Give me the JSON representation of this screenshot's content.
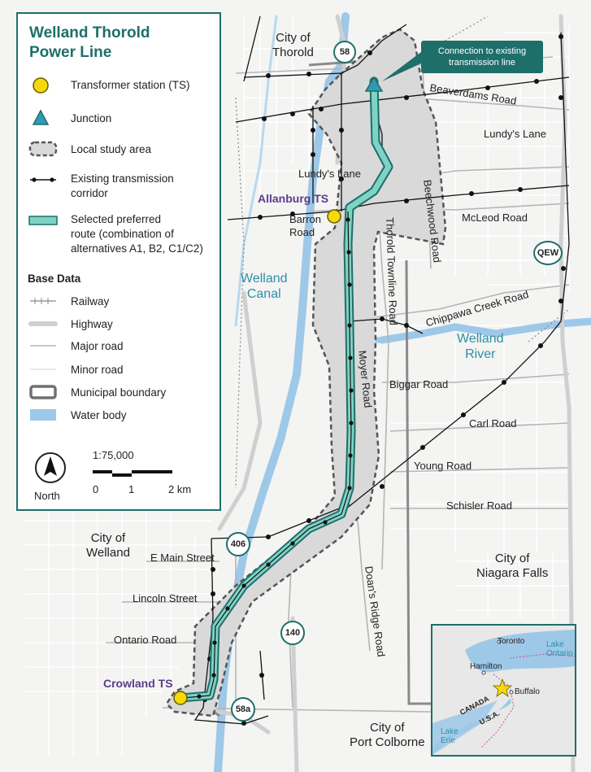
{
  "title": "Welland Thorold Power Line",
  "legend": {
    "items": [
      {
        "label": "Transformer station (TS)",
        "symbol": "ts-circle"
      },
      {
        "label": "Junction",
        "symbol": "junction-triangle"
      },
      {
        "label": "Local study area",
        "symbol": "dashed-area"
      },
      {
        "label": "Existing transmission\ncorridor",
        "symbol": "transmission-line"
      },
      {
        "label": "Selected preferred\nroute (combination of\nalternatives A1, B2, C1/C2)",
        "symbol": "preferred-route"
      }
    ],
    "base_data_heading": "Base Data",
    "base_items": [
      {
        "label": "Railway",
        "symbol": "railway"
      },
      {
        "label": "Highway",
        "symbol": "highway"
      },
      {
        "label": "Major road",
        "symbol": "major-road"
      },
      {
        "label": "Minor road",
        "symbol": "minor-road"
      },
      {
        "label": "Municipal boundary",
        "symbol": "municipal-boundary"
      },
      {
        "label": "Water body",
        "symbol": "water-body"
      }
    ],
    "scale_text": "1:75,000",
    "scale_ticks": [
      "0",
      "1",
      "2 km"
    ],
    "north_label": "North"
  },
  "callout": "Connection to existing transmission line",
  "stations": {
    "allanburg": "Allanburg TS",
    "crowland": "Crowland TS"
  },
  "places": {
    "thorold": "City of\nThorold",
    "welland": "City of\nWelland",
    "niagara_falls": "City of\nNiagara Falls",
    "port_colborne": "City of\nPort Colborne"
  },
  "water": {
    "welland_canal": "Welland\nCanal",
    "welland_river": "Welland\nRiver"
  },
  "roads": {
    "beaverdams": "Beaverdams Road",
    "lundys_lane_east": "Lundy's Lane",
    "lundys_lane_west": "Lundy's Lane",
    "barron": "Barron\nRoad",
    "mcleod": "McLeod Road",
    "beechwood": "Beechwood Road",
    "thorold_townline": "Thorold Townline Road",
    "chippawa_creek": "Chippawa Creek Road",
    "moyer": "Moyer Road",
    "biggar": "Biggar Road",
    "carl": "Carl Road",
    "young": "Young Road",
    "schisler": "Schisler Road",
    "doans_ridge": "Doan's Ridge Road",
    "e_main": "E Main Street",
    "lincoln": "Lincoln Street",
    "ontario": "Ontario Road"
  },
  "highway_shields": {
    "h58": "58",
    "h406": "406",
    "h140": "140",
    "h58a": "58a",
    "qew": "QEW"
  },
  "inset": {
    "toronto": "Toronto",
    "hamilton": "Hamilton",
    "buffalo": "Buffalo",
    "lake_ontario": "Lake\nOntario",
    "lake_erie": "Lake\nErie",
    "canada": "CANADA",
    "usa": "U.S.A."
  },
  "colors": {
    "route_fill": "#7fd3c4",
    "route_edge": "#1e6f6a",
    "study_area": "#d9d9d9",
    "ts_fill": "#f5d90a",
    "water": "#9ec8e8",
    "accent": "#1e6f6a"
  }
}
